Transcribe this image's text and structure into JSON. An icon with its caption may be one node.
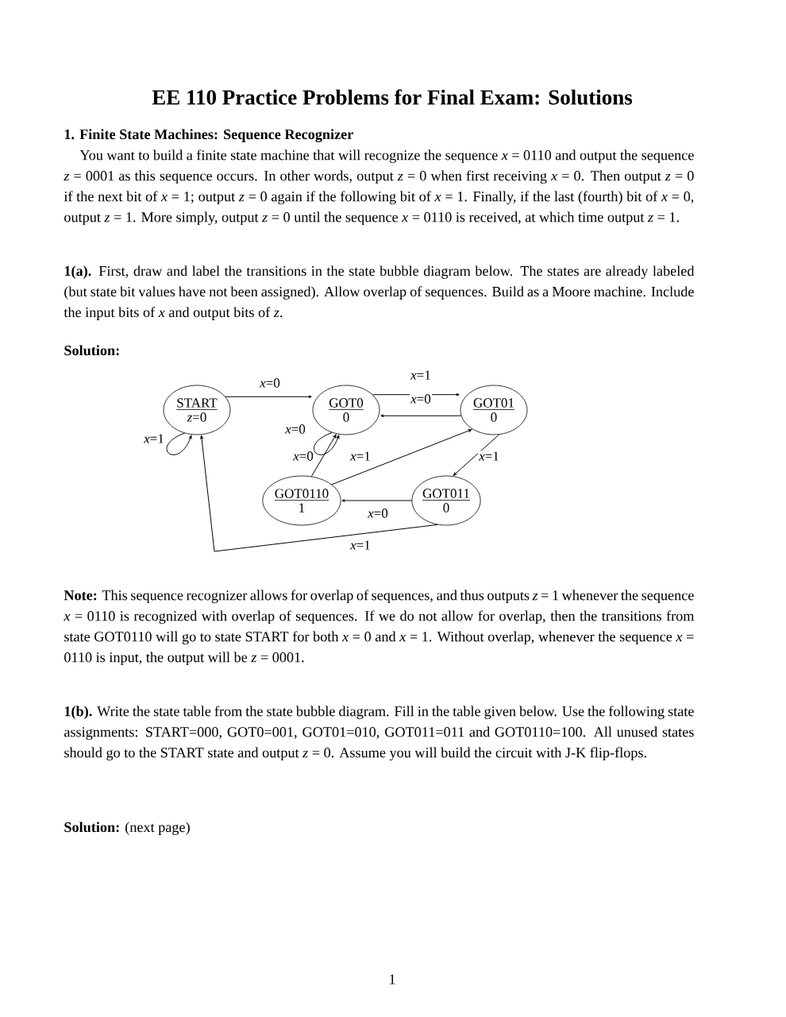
{
  "diagram": {
    "title": "EE 110 Practice Problems for Final Exam: Solutions",
    "nodes": [
      {
        "text": [
          "START",
          "*z*=0"
        ]
      },
      {
        "text": [
          "GOT0",
          "0"
        ]
      },
      {
        "text": [
          "GOT01",
          "0"
        ]
      },
      {
        "text": [
          "GOT0110",
          "1"
        ]
      },
      {
        "text": [
          "GOT011",
          "0"
        ]
      }
    ],
    "edges": [
      {
        "from": 0,
        "to": 1,
        "arrow": "to",
        "label": "*x*=0"
      },
      {
        "from": 0,
        "to": 0,
        "arrow": "to",
        "label": "*x*=1"
      },
      {
        "from": 1,
        "to": 1,
        "arrow": "to",
        "label": "*x*=0"
      },
      {
        "from": 1,
        "to": 2,
        "arrow": "to",
        "label": "*x*=1"
      },
      {
        "from": 2,
        "to": 1,
        "arrow": "to",
        "label": "*x*=0"
      },
      {
        "from": 3,
        "to": 1,
        "arrow": "to",
        "label": "*x*=0"
      },
      {
        "from": 3,
        "to": 2,
        "arrow": "to",
        "label": "*x*=1"
      },
      {
        "from": 2,
        "to": 4,
        "arrow": "to",
        "label": "*x*=1"
      },
      {
        "from": 4,
        "to": 3,
        "arrow": "to",
        "label": "*x*=0"
      },
      {
        "from": 4,
        "to": 0,
        "arrow": "to",
        "label": "*x*=1"
      }
    ],
    "labels": [
      "1. Finite State Machines: Sequence Recognizer",
      "You want to build a finite state machine that will recognize the sequence *x* = 0110 and output the sequence *z* = 0001 as this sequence occurs. In other words, output *z* = 0 when first receiving *x* = 0. Then output *z* = 0 if the next bit of *x* = 1; output *z* = 0 again if the following bit of *x* = 1. Finally, if the last (fourth) bit of *x* = 0, output *z* = 1. More simply, output *z* = 0 until the sequence *x* = 0110 is received, at which time output *z* = 1.",
      "**1(a).** First, draw and label the transitions in the state bubble diagram below. The states are already labeled (but state bit values have not been assigned). Allow overlap of sequences. Build as a Moore machine. Include the input bits of *x* and output bits of *z*.",
      "Solution:",
      "**Note:** This sequence recognizer allows for overlap of sequences, and thus outputs *z* = 1 whenever the sequence *x* = 0110 is recognized with overlap of sequences. If we do not allow for overlap, then the transitions from state GOT0110 will go to state START for both *x* = 0 and *x* = 1. Without overlap, whenever the sequence *x* = 0110 is input, the output will be *z* = 0001.",
      "**1(b).** Write the state table from the state bubble diagram. Fill in the table given below. Use the following state assignments: START=000, GOT0=001, GOT01=010, GOT011=011 and GOT0110=100. All unused states should go to the START state and output *z* = 0. Assume you will build the circuit with J-K flip-flops.",
      "**Solution:** (next page)",
      "1"
    ]
  }
}
